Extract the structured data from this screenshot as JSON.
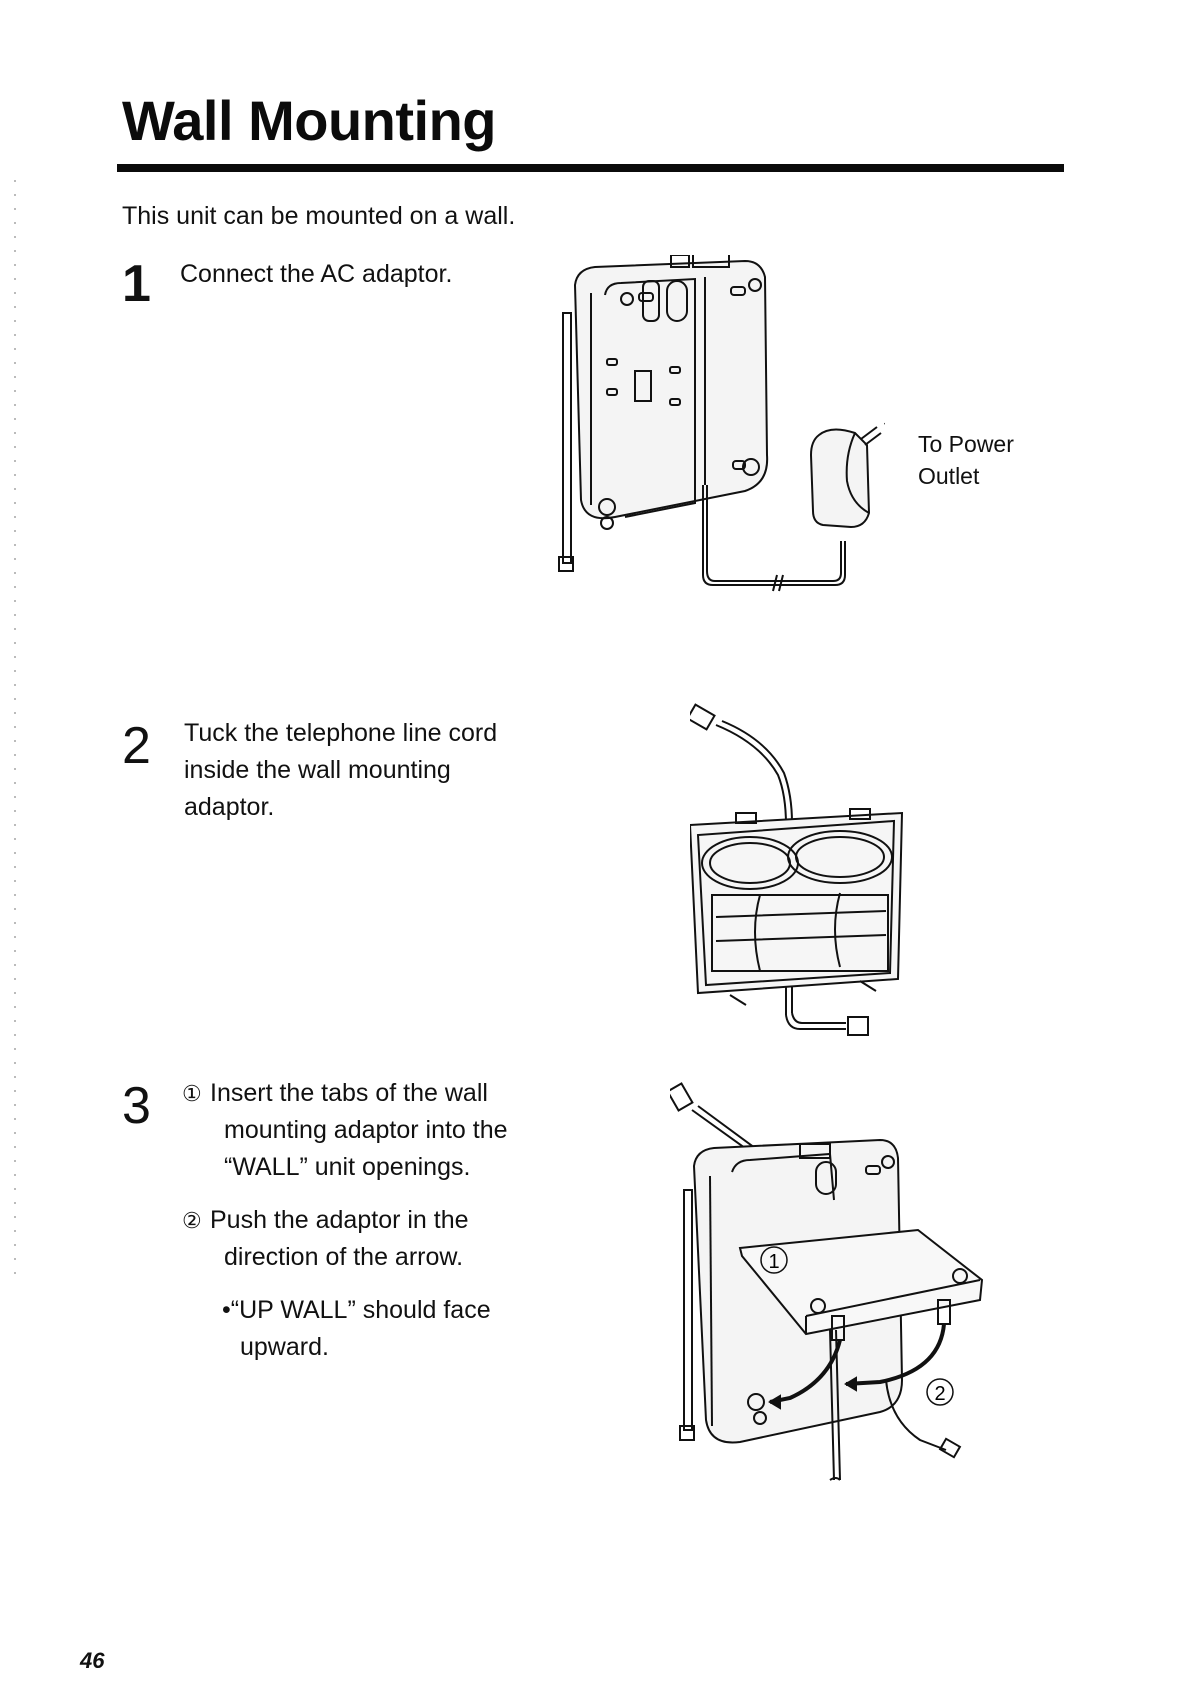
{
  "page": {
    "title": "Wall Mounting",
    "intro": "This unit can be mounted on a wall.",
    "page_number": "46"
  },
  "steps": [
    {
      "number": "1",
      "text": "Connect the AC adaptor.",
      "illustration": {
        "name": "base-unit-ac-adaptor-illustration",
        "callout": [
          "To Power",
          "Outlet"
        ]
      }
    },
    {
      "number": "2",
      "text_lines": [
        "Tuck the telephone line cord",
        "inside the wall mounting",
        "adaptor."
      ],
      "illustration": {
        "name": "wall-mounting-adaptor-with-cord-illustration"
      }
    },
    {
      "number": "3",
      "substeps": [
        {
          "marker": "①",
          "lines": [
            "Insert the tabs of the wall",
            "mounting adaptor into the",
            "“WALL” unit openings."
          ]
        },
        {
          "marker": "②",
          "lines": [
            "Push the adaptor in the",
            "direction of the arrow."
          ]
        }
      ],
      "bullet": {
        "marker": "•",
        "lines": [
          "“UP WALL” should face",
          "upward."
        ]
      },
      "illustration": {
        "name": "attach-adaptor-illustration",
        "callouts": [
          "①",
          "②"
        ]
      }
    }
  ]
}
